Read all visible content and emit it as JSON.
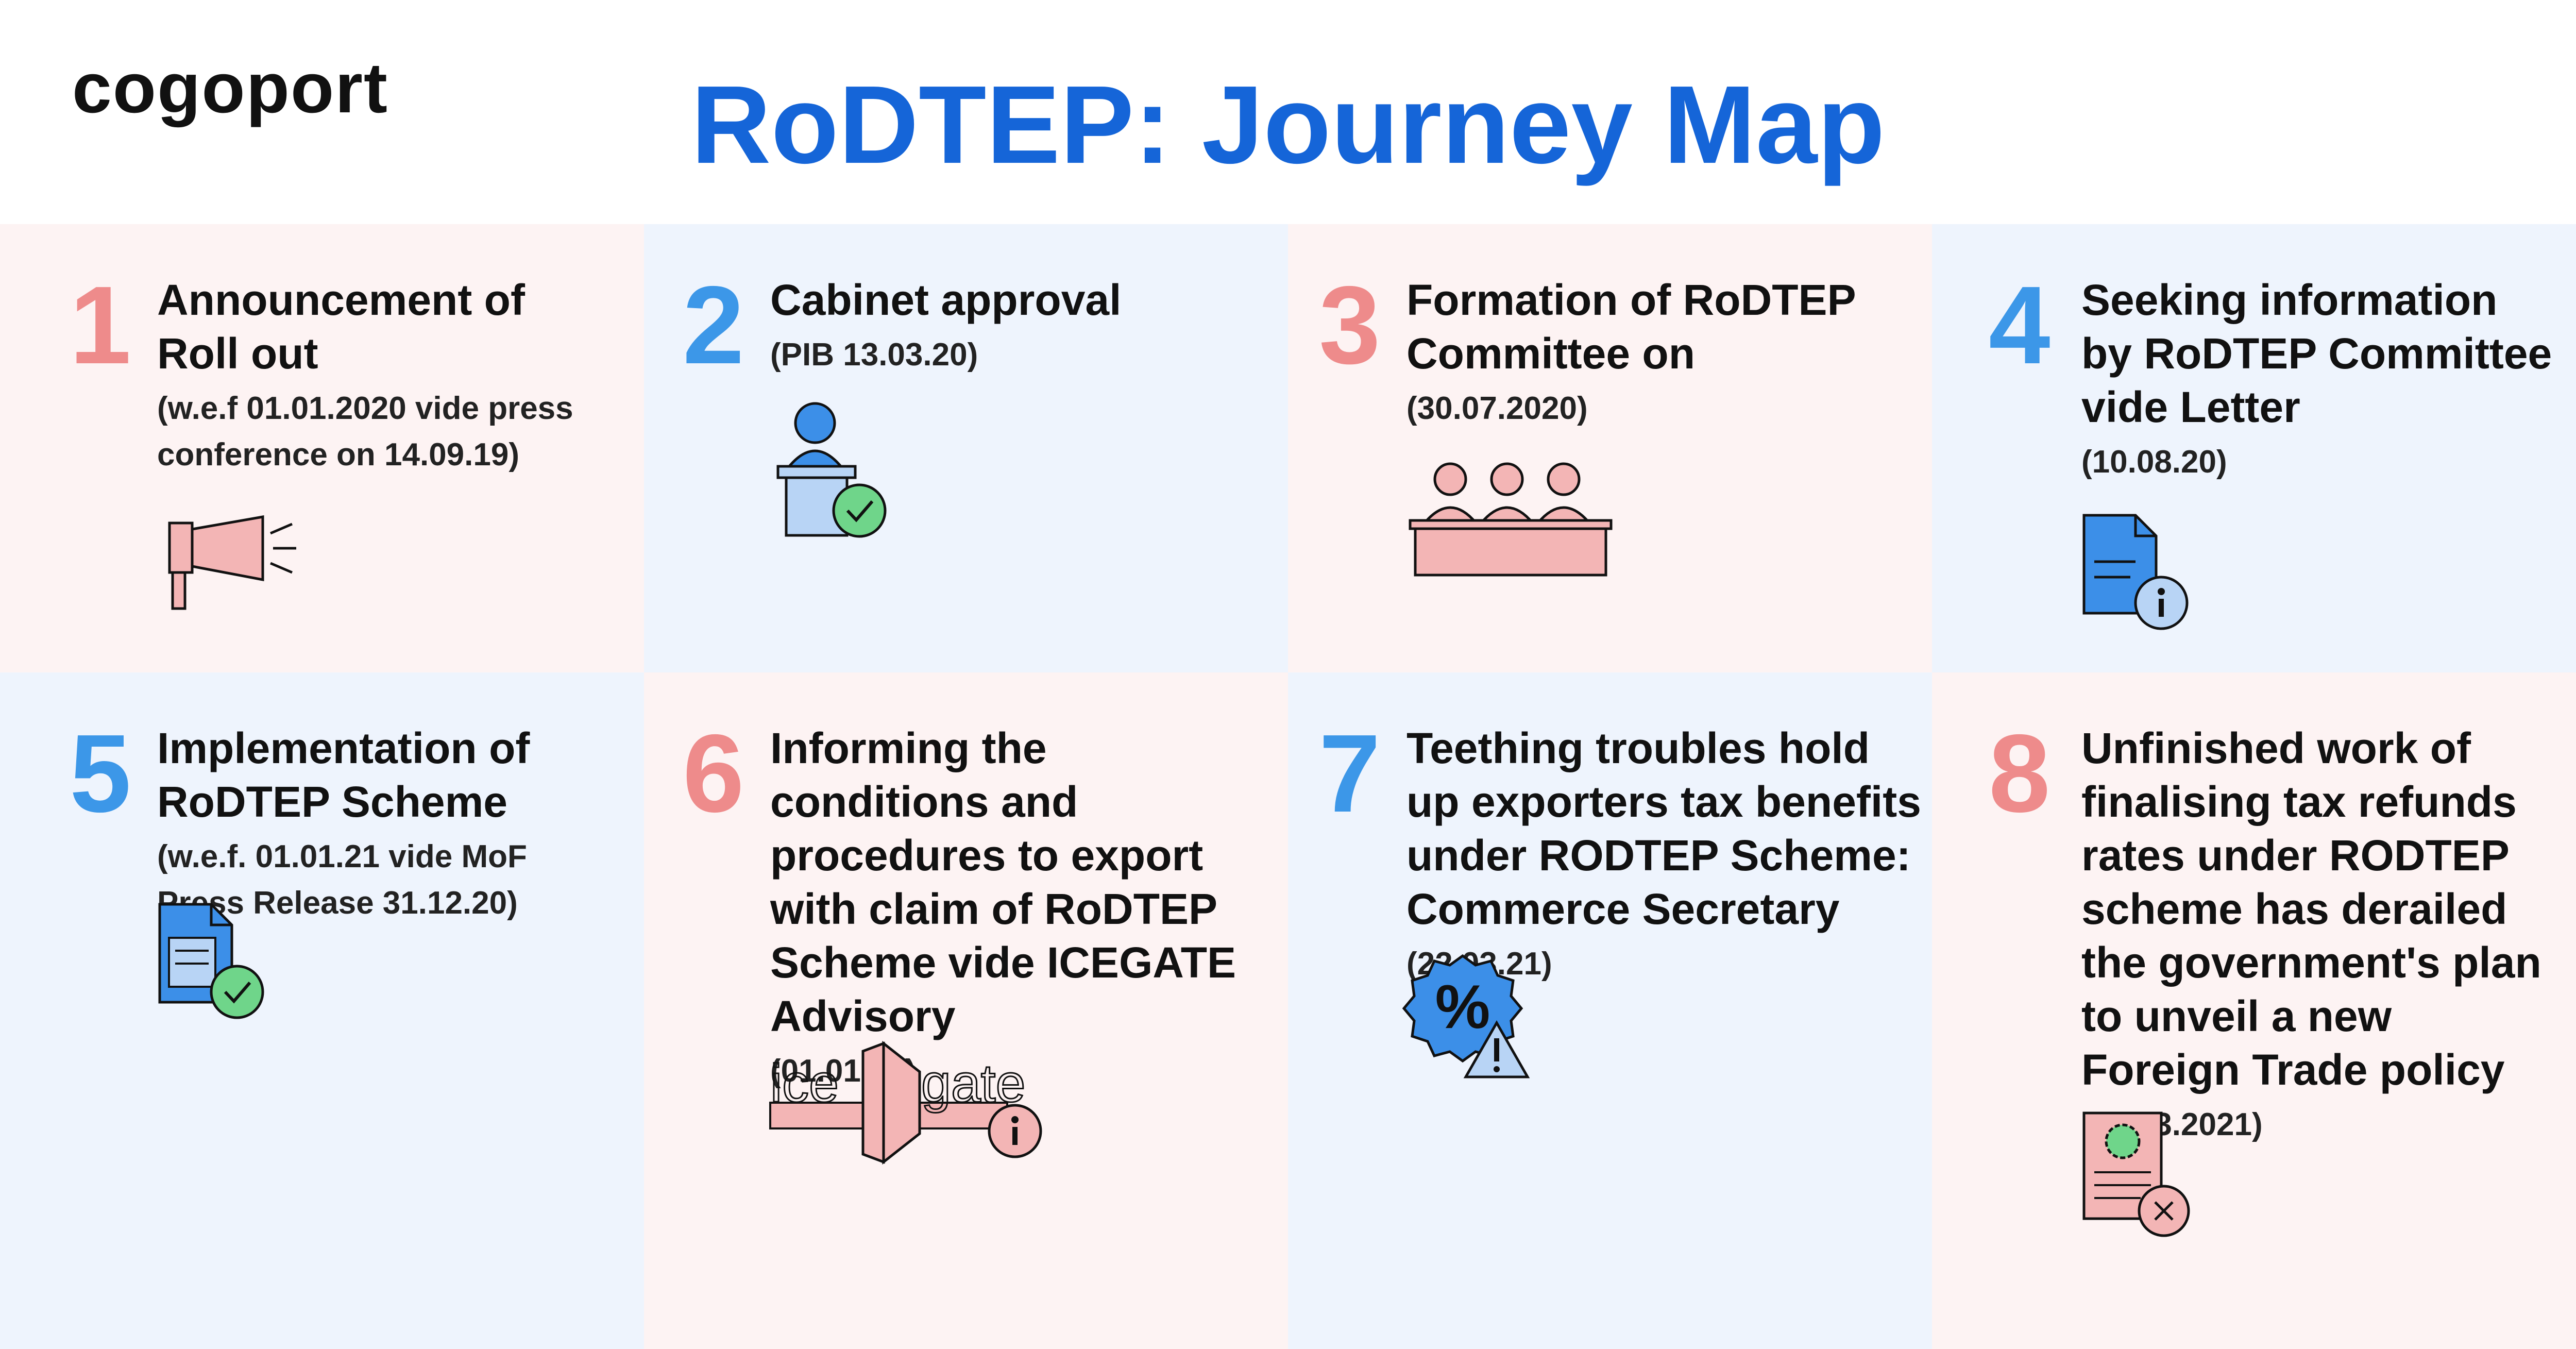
{
  "header": {
    "logo": "cogoport",
    "title": "RoDTEP: Journey Map"
  },
  "steps": [
    {
      "number": "1",
      "heading": "Announcement of Roll out",
      "detail": "(w.e.f 01.01.2020 vide press conference on 14.09.19)",
      "icon": "megaphone-icon"
    },
    {
      "number": "2",
      "heading": "Cabinet approval",
      "detail": "(PIB 13.03.20)",
      "icon": "speaker-podium-check-icon"
    },
    {
      "number": "3",
      "heading": "Formation of RoDTEP Committee on",
      "detail": "(30.07.2020)",
      "icon": "committee-icon"
    },
    {
      "number": "4",
      "heading": "Seeking information by RoDTEP Committee vide Letter",
      "detail": "(10.08.20)",
      "icon": "document-info-icon"
    },
    {
      "number": "5",
      "heading": "Implementation of RoDTEP Scheme",
      "detail": "(w.e.f. 01.01.21 vide MoF Press Release 31.12.20)",
      "icon": "document-check-icon"
    },
    {
      "number": "6",
      "heading": "Informing the conditions and procedures to export with claim of RoDTEP Scheme vide ICEGATE Advisory",
      "detail": "(01.01.21)",
      "icon": "icegate-info-icon",
      "icon_text_left": "ice",
      "icon_text_right": "gate"
    },
    {
      "number": "7",
      "heading": "Teething troubles hold up exporters tax benefits under RODTEP Scheme: Commerce Secretary",
      "detail": "(22.03.21)",
      "icon": "percent-badge-warning-icon",
      "icon_text": "%"
    },
    {
      "number": "8",
      "heading": "Unfinished work of finalising tax refunds rates under RODTEP scheme has derailed the government's plan to unveil a new Foreign Trade policy",
      "detail": "(31.03.2021)",
      "icon": "certificate-cancel-icon"
    }
  ],
  "colors": {
    "title_blue": "#1565d8",
    "number_red": "#ee8b8b",
    "number_blue": "#3c97e8",
    "cell_pink": "#fdf3f3",
    "cell_blue": "#eef4fd",
    "icon_red": "#f3b5b5",
    "icon_blue": "#3c8fe8",
    "icon_green": "#6fd58a"
  }
}
